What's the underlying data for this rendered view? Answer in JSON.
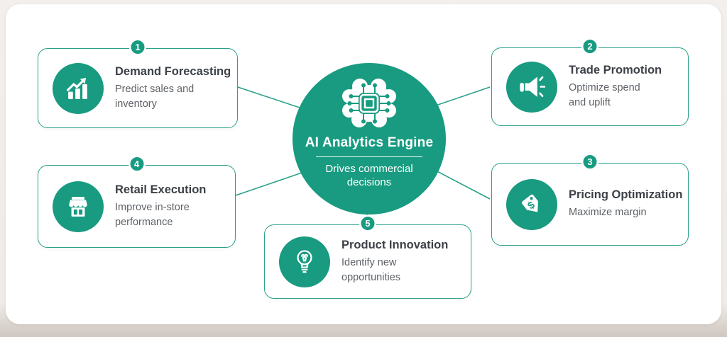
{
  "colors": {
    "teal_primary": "#189b80",
    "teal_border": "#2aa189",
    "title_text": "#3c4147",
    "description_text": "#5d6267",
    "panel_background": "#ffffff"
  },
  "hub": {
    "title": "AI Analytics Engine",
    "subtitle": "Drives commercial decisions",
    "icon": "brain-chip-icon"
  },
  "cards": [
    {
      "number": "1",
      "title": "Demand Forecasting",
      "description": "Predict sales and inventory",
      "icon": "bar-chart-growth-icon"
    },
    {
      "number": "2",
      "title": "Trade Promotion",
      "description": "Optimize spend and uplift",
      "icon": "megaphone-icon"
    },
    {
      "number": "3",
      "title": "Pricing Optimization",
      "description": "Maximize margin",
      "icon": "price-tag-icon"
    },
    {
      "number": "4",
      "title": "Retail Execution",
      "description": "Improve in-store performance",
      "icon": "storefront-icon"
    },
    {
      "number": "5",
      "title": "Product Innovation",
      "description": "Identify new opportunities",
      "icon": "lightbulb-icon"
    }
  ]
}
